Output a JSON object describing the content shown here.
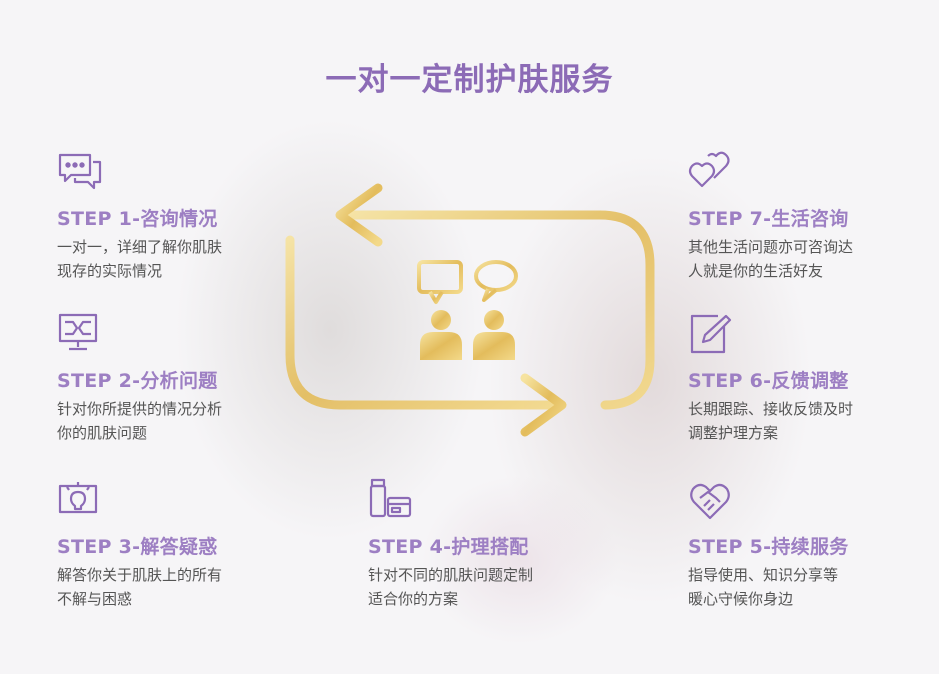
{
  "title": "一对一定制护肤服务",
  "colors": {
    "accent": "#8c6bb6",
    "gold": "#e8c66a"
  },
  "steps": [
    {
      "label": "STEP 1-咨询情况",
      "desc": "一对一，详细了解你肌肤\n现存的实际情况",
      "icon": "chat-bubble-icon"
    },
    {
      "label": "STEP 2-分析问题",
      "desc": "针对你所提供的情况分析\n你的肌肤问题",
      "icon": "monitor-analysis-icon"
    },
    {
      "label": "STEP 3-解答疑惑",
      "desc": "解答你关于肌肤上的所有\n不解与困惑",
      "icon": "lightbulb-icon"
    },
    {
      "label": "STEP 4-护理搭配",
      "desc": "针对不同的肌肤问题定制\n适合你的方案",
      "icon": "skincare-products-icon"
    },
    {
      "label": "STEP 5-持续服务",
      "desc": "指导使用、知识分享等\n暖心守候你身边",
      "icon": "handshake-heart-icon"
    },
    {
      "label": "STEP 6-反馈调整",
      "desc": "长期跟踪、接收反馈及时\n调整护理方案",
      "icon": "edit-icon"
    },
    {
      "label": "STEP 7-生活咨询",
      "desc": "其他生活问题亦可咨询达\n人就是你的生活好友",
      "icon": "hearts-icon"
    }
  ]
}
